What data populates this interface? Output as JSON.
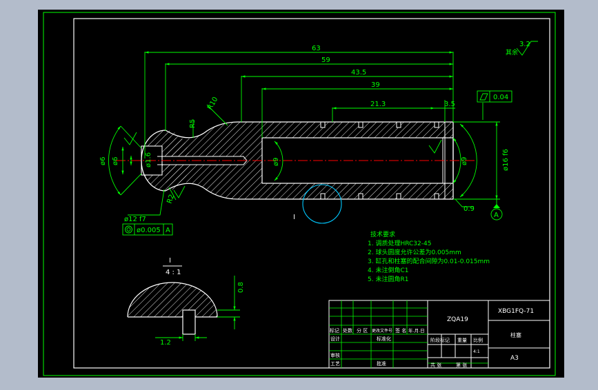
{
  "colors": {
    "background": "#b3bccb",
    "canvas": "#000000",
    "frame": "#00ff00",
    "dimension": "#00ff00",
    "part_outline": "#ffffff",
    "hatch": "#ffffff",
    "centerline": "#ff0000",
    "detail_circle": "#00c8ff",
    "sketch": "#ffffff"
  },
  "dimensions": {
    "d63": "63",
    "d59": "59",
    "d43_5": "43.5",
    "d39": "39",
    "d21_3": "21.3",
    "d3_5": "3.5",
    "r10": "R10",
    "r5": "R5",
    "dia6_left": "ø6",
    "dia6_inner": "ø6",
    "dia1_6": "ø1.6",
    "dia9_inner": "ø9",
    "dia9_outer": "ø9",
    "dia16": "ø16 f6",
    "dia12": "ø12  f7",
    "chamfer_09": "0.9",
    "r_small": "R2",
    "roughness_3_2": "3.2",
    "roughness_other": "其余",
    "gdt_flatness": "0.04",
    "gdt_concentric": "ø0.005",
    "gdt_datum": "A",
    "datum_A": "A",
    "detail_ref": "I"
  },
  "detail": {
    "title_top": "I",
    "title_bottom": "4 : 1",
    "dim_0_8": "0.8",
    "dim_1_2": "1.2"
  },
  "tech_requirements": {
    "heading": "技术要求",
    "items": [
      "1. 调质处理HRC32-45",
      "2. 球头圆度允许公差为0.005mm",
      "3. 缸孔和柱塞的配合间隙为0.01-0.015mm",
      "4. 未注倒角C1",
      "5. 未注圆角R1"
    ]
  },
  "title_block": {
    "material": "ZQA19",
    "drawing_number": "XBG1FQ-71",
    "part_name": "柱塞",
    "sheet_size": "A3",
    "scale": "4:1",
    "labels": {
      "mark": "标记",
      "count": "处数",
      "zone": "分 区",
      "change_doc": "更改文件号",
      "signature": "签 名",
      "date": "年.月.日",
      "design": "设计",
      "standardize": "标准化",
      "stage_mark": "阶段标记",
      "weight": "重量",
      "ratio": "比例",
      "review": "审核",
      "process": "工艺",
      "approve": "批准",
      "total_sheets": "共   张",
      "sheet_no": "第   张"
    }
  }
}
